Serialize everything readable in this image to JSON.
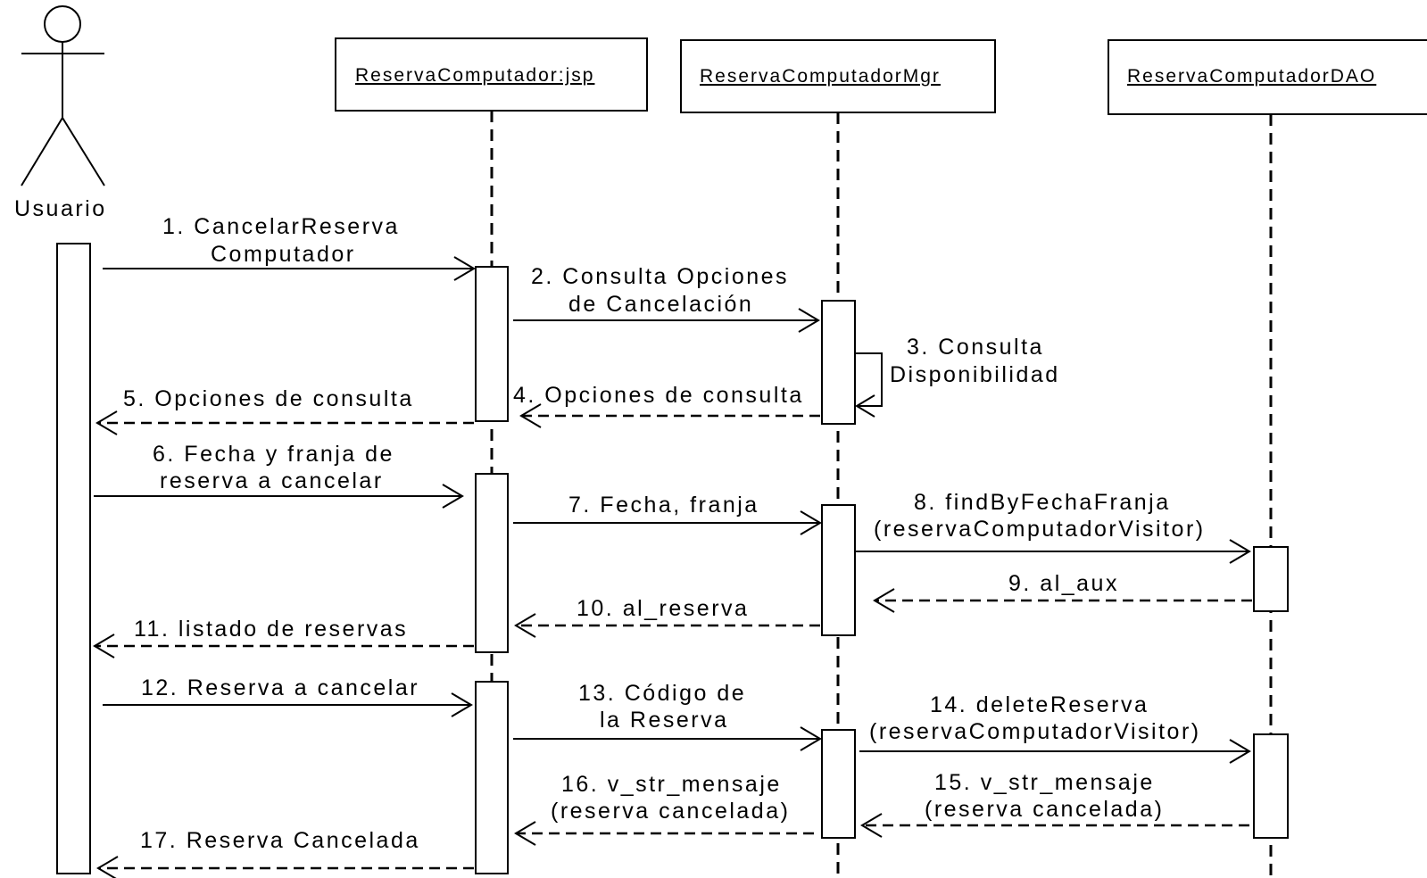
{
  "actor": {
    "name": "Usuario"
  },
  "participants": [
    {
      "name": "ReservaComputador:jsp"
    },
    {
      "name": "ReservaComputadorMgr"
    },
    {
      "name": "ReservaComputadorDAO"
    }
  ],
  "messages": [
    {
      "n": "1",
      "lines": [
        "1. CancelarReserva",
        "Computador"
      ],
      "kind": "call"
    },
    {
      "n": "2",
      "lines": [
        "2. Consulta Opciones",
        "de Cancelación"
      ],
      "kind": "call"
    },
    {
      "n": "3",
      "lines": [
        "3. Consulta",
        "Disponibilidad"
      ],
      "kind": "self"
    },
    {
      "n": "4",
      "lines": [
        "4. Opciones de consulta"
      ],
      "kind": "return"
    },
    {
      "n": "5",
      "lines": [
        "5. Opciones de consulta"
      ],
      "kind": "return"
    },
    {
      "n": "6",
      "lines": [
        "6. Fecha y franja de",
        "reserva a cancelar"
      ],
      "kind": "call"
    },
    {
      "n": "7",
      "lines": [
        "7. Fecha, franja"
      ],
      "kind": "call"
    },
    {
      "n": "8",
      "lines": [
        "8. findByFechaFranja",
        "(reservaComputadorVisitor)"
      ],
      "kind": "call"
    },
    {
      "n": "9",
      "lines": [
        "9. al_aux"
      ],
      "kind": "return"
    },
    {
      "n": "10",
      "lines": [
        "10. al_reserva"
      ],
      "kind": "return"
    },
    {
      "n": "11",
      "lines": [
        "11. listado de reservas"
      ],
      "kind": "return"
    },
    {
      "n": "12",
      "lines": [
        "12. Reserva a cancelar"
      ],
      "kind": "call"
    },
    {
      "n": "13",
      "lines": [
        "13. Código de",
        "la Reserva"
      ],
      "kind": "call"
    },
    {
      "n": "14",
      "lines": [
        "14. deleteReserva",
        "(reservaComputadorVisitor)"
      ],
      "kind": "call"
    },
    {
      "n": "15",
      "lines": [
        "15. v_str_mensaje",
        "(reserva cancelada)"
      ],
      "kind": "return"
    },
    {
      "n": "16",
      "lines": [
        "16. v_str_mensaje",
        "(reserva cancelada)"
      ],
      "kind": "return"
    },
    {
      "n": "17",
      "lines": [
        "17. Reserva Cancelada"
      ],
      "kind": "return"
    }
  ]
}
